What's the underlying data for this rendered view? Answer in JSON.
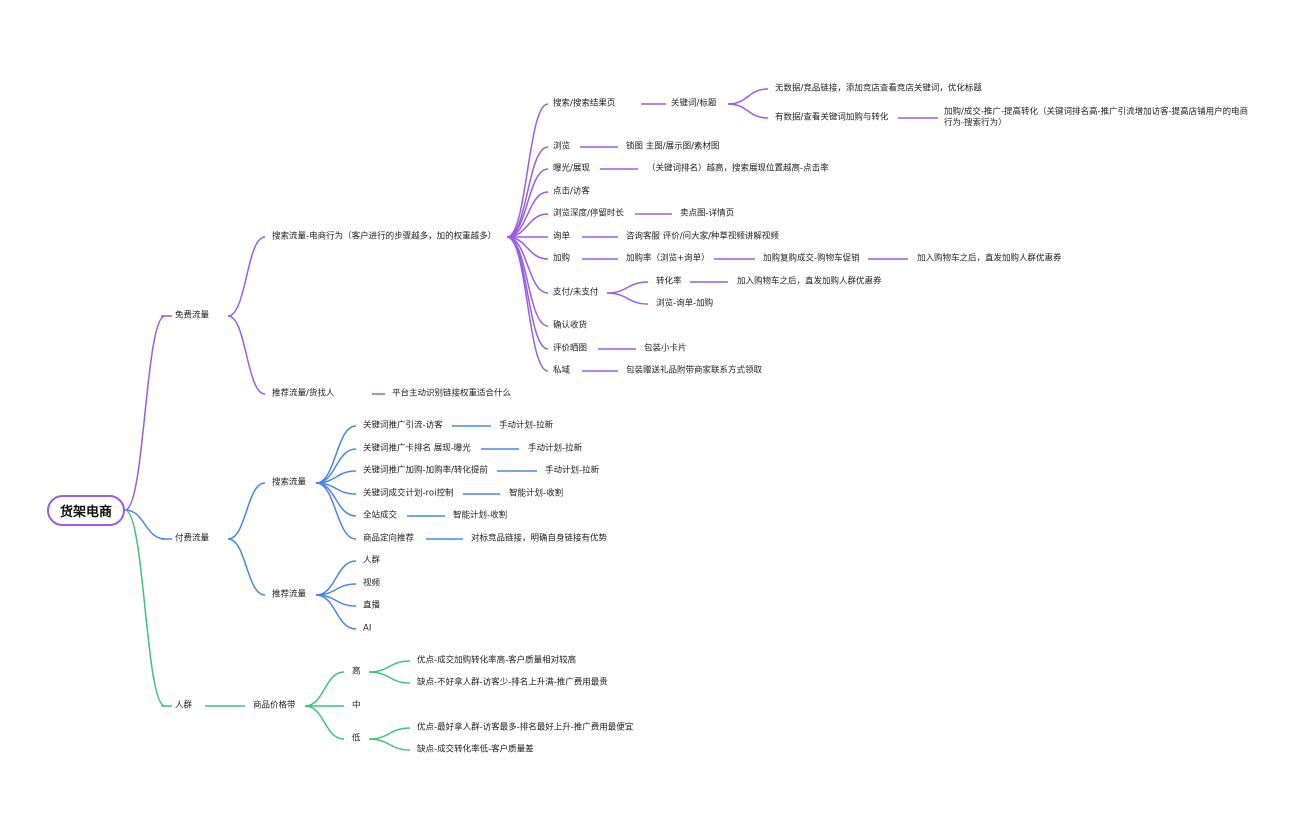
{
  "colors": {
    "free": "#9b5de5",
    "paid": "#4a86e8",
    "crowd": "#3cc47c"
  },
  "root": "货架电商",
  "branches": {
    "free": {
      "label": "免费流量",
      "search": {
        "label": "搜索流量-电商行为（客户进行的步骤越多，加的权重越多）",
        "s1": "搜索/搜索结果页",
        "s1_kw": "关键词/标题",
        "s1_nodata": "无数据/竞品链接，添加竞店查看竞店关键词，优化标题",
        "s1_data": "有数据/查看关键词加购与转化",
        "s1_data_leaf": "加购/成交-推广-提高转化（关键词排名高-推广引流增加访客-提高店铺用户的电商行为-搜索行为）",
        "s2": "浏览",
        "s2_leaf": "锁图 主图/展示图/素材图",
        "s3": "曝光/展现",
        "s3_leaf": "（关键词排名）越高，搜索展现位置越高-点击率",
        "s4": "点击/访客",
        "s5": "浏览深度/停留时长",
        "s5_leaf": "卖点图-详情页",
        "s6": "询单",
        "s6_leaf": "咨询客服 评价/问大家/种草视频讲解视频",
        "s7": "加购",
        "s7_a": "加购率（浏览+询单）",
        "s7_b": "加购复购成交-购物车促销",
        "s7_c": "加入购物车之后，直发加购人群优惠券",
        "s8": "支付/未支付",
        "s8_a": "转化率",
        "s8_a_leaf": "加入购物车之后，直发加购人群优惠券",
        "s8_b": "浏览-询单-加购",
        "s9": "确认收货",
        "s10": "评价晒图",
        "s10_leaf": "包装小卡片",
        "s11": "私域",
        "s11_leaf": "包装赠送礼品附带商家联系方式领取"
      },
      "recommend": {
        "label": "推荐流量/货找人",
        "leaf": "平台主动识别链接权重适合什么"
      }
    },
    "paid": {
      "label": "付费流量",
      "search": {
        "label": "搜索流量",
        "p1": "关键词推广引流-访客",
        "p1_leaf": "手动计划-拉新",
        "p2": "关键词推广卡排名 展现-曝光",
        "p2_leaf": "手动计划-拉新",
        "p3": "关键词推广加购-加购率/转化提前",
        "p3_leaf": "手动计划-拉新",
        "p4": "关键词成交计划-roi控制",
        "p4_leaf": "智能计划-收割",
        "p5": "全站成交",
        "p5_leaf": "智能计划-收割",
        "p6": "商品定向推荐",
        "p6_leaf": "对标竞品链接，明确自身链接有优势"
      },
      "recommend": {
        "label": "推荐流量",
        "items": [
          "人群",
          "视频",
          "直播",
          "AI"
        ]
      }
    },
    "crowd": {
      "label": "人群",
      "band": "商品价格带",
      "high": "高",
      "high_pro": "优点-成交加购转化率高-客户质量相对较高",
      "high_con": "缺点-不好拿人群-访客少-排名上升满-推广费用最贵",
      "mid": "中",
      "low": "低",
      "low_pro": "优点-最好拿人群-访客最多-排名最好上升-推广费用最便宜",
      "low_con": "缺点-成交转化率低-客户质量差"
    }
  }
}
